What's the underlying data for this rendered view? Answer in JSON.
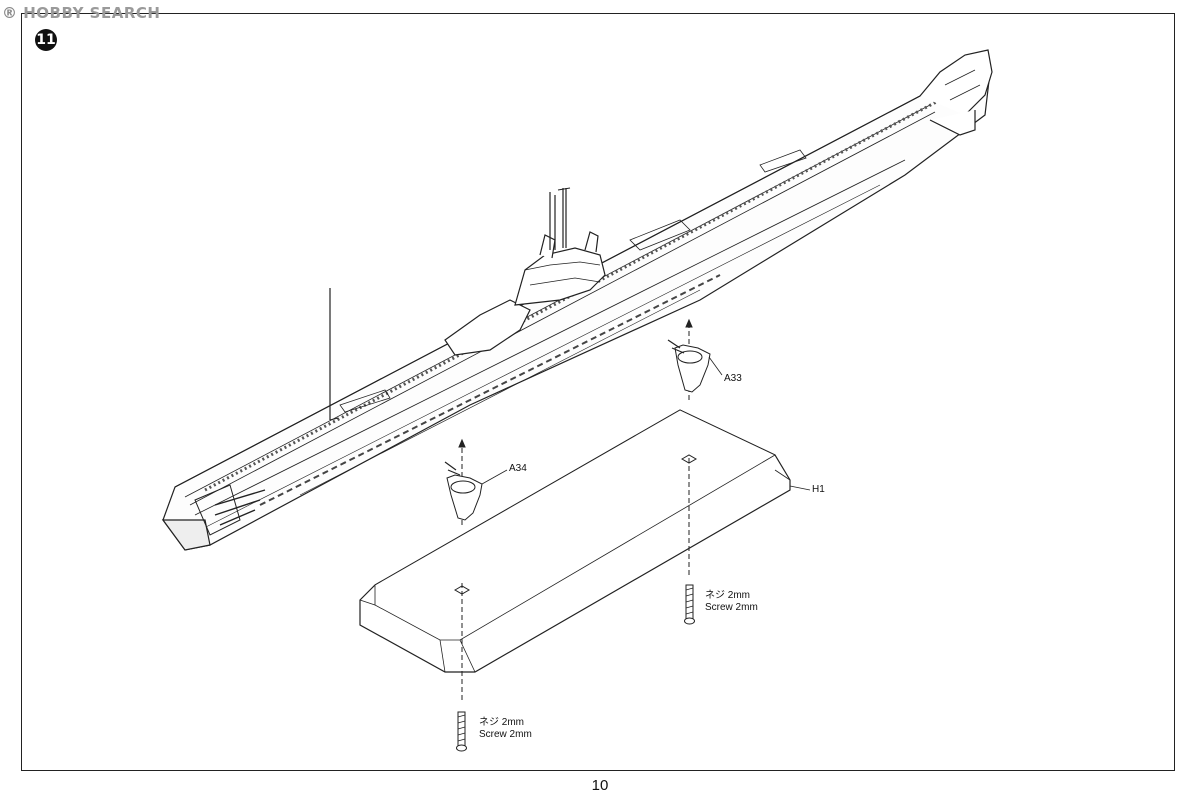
{
  "watermark": {
    "brand": "HOBBY SEARCH"
  },
  "step": {
    "number": "11"
  },
  "parts": {
    "a33": "A33",
    "a34": "A34",
    "h1": "H1"
  },
  "screws": {
    "right": {
      "jp": "ネジ 2mm",
      "en": "Screw 2mm"
    },
    "left": {
      "jp": "ネジ 2mm",
      "en": "Screw 2mm"
    }
  },
  "page": {
    "number": "10"
  }
}
